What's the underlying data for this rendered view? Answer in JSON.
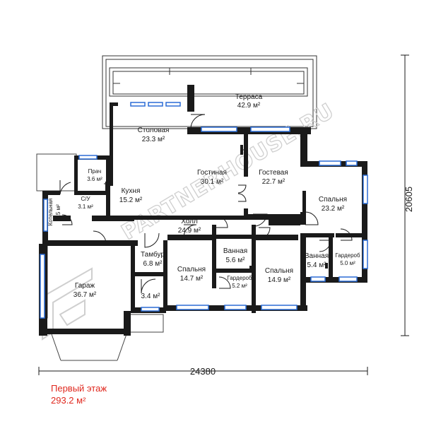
{
  "rooms": [
    {
      "id": "terrace",
      "name": "Терраса",
      "area": "42.9 м²"
    },
    {
      "id": "dining",
      "name": "Столовая",
      "area": "23.3 м²"
    },
    {
      "id": "laundry",
      "name": "Прач",
      "area": "3.6 м²"
    },
    {
      "id": "kitchen",
      "name": "Кухня",
      "area": "15.2 м²"
    },
    {
      "id": "wc",
      "name": "С/У",
      "area": "3.1 м²"
    },
    {
      "id": "boiler",
      "name": "Котельная",
      "area": "6.5 м²"
    },
    {
      "id": "living",
      "name": "Гостиная",
      "area": "30.1 м²"
    },
    {
      "id": "guest",
      "name": "Гостевая",
      "area": "22.7 м²"
    },
    {
      "id": "bedroom-ne",
      "name": "Спальня",
      "area": "23.2 м²"
    },
    {
      "id": "hall",
      "name": "Холл",
      "area": "24.9 м²"
    },
    {
      "id": "bath-1",
      "name": "Ванная",
      "area": "5.6 м²"
    },
    {
      "id": "vestibule",
      "name": "Тамбур",
      "area": "6.8 м²"
    },
    {
      "id": "garage",
      "name": "Гараж",
      "area": "36.7 м²"
    },
    {
      "id": "bedroom-1",
      "name": "Спальня",
      "area": "14.7 м²"
    },
    {
      "id": "bedroom-2",
      "name": "Спальня",
      "area": "14.9 м²"
    },
    {
      "id": "wardrobe-1",
      "name": "Гардероб",
      "area": "5.2 м²"
    },
    {
      "id": "bath-2",
      "name": "Ванная",
      "area": "5.4 м²"
    },
    {
      "id": "wardrobe-2",
      "name": "Гардероб",
      "area": "5.0 м²"
    },
    {
      "id": "porch",
      "name": "",
      "area": "3.4 м²"
    }
  ],
  "dimensions": {
    "width": "24380",
    "depth": "20605"
  },
  "floor": {
    "label": "Первый этаж",
    "total_area": "293.2 м²"
  },
  "watermark": "PARTNERHOUSE.RU",
  "colors": {
    "walls": "#1a1a1a",
    "windows": "#2b6cd6",
    "caption": "#e0281e",
    "watermark": "#cfcfcf"
  }
}
